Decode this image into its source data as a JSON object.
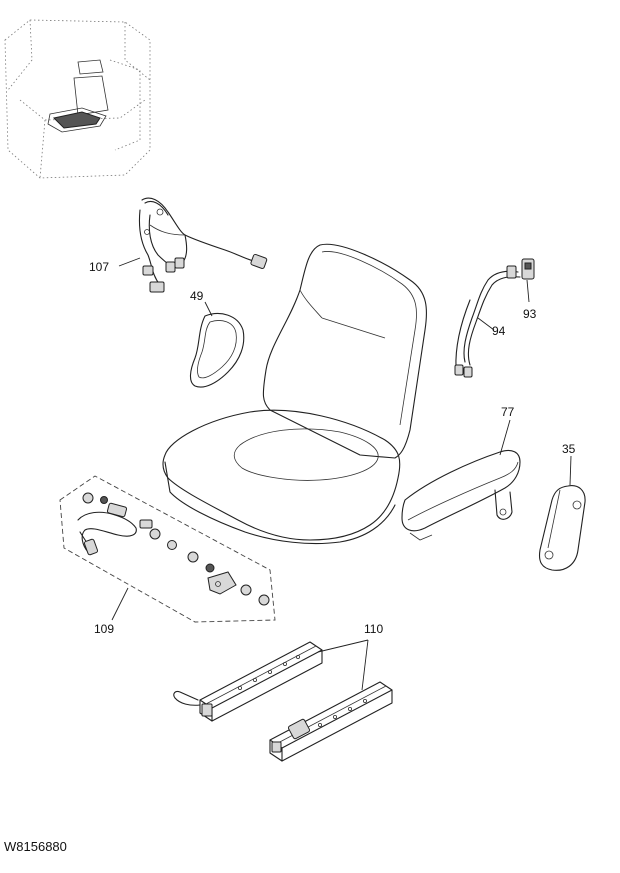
{
  "drawing_code": "W8156880",
  "callouts": {
    "c107": "107",
    "c49": "49",
    "c93": "93",
    "c94": "94",
    "c77": "77",
    "c35": "35",
    "c109": "109",
    "c110": "110"
  }
}
